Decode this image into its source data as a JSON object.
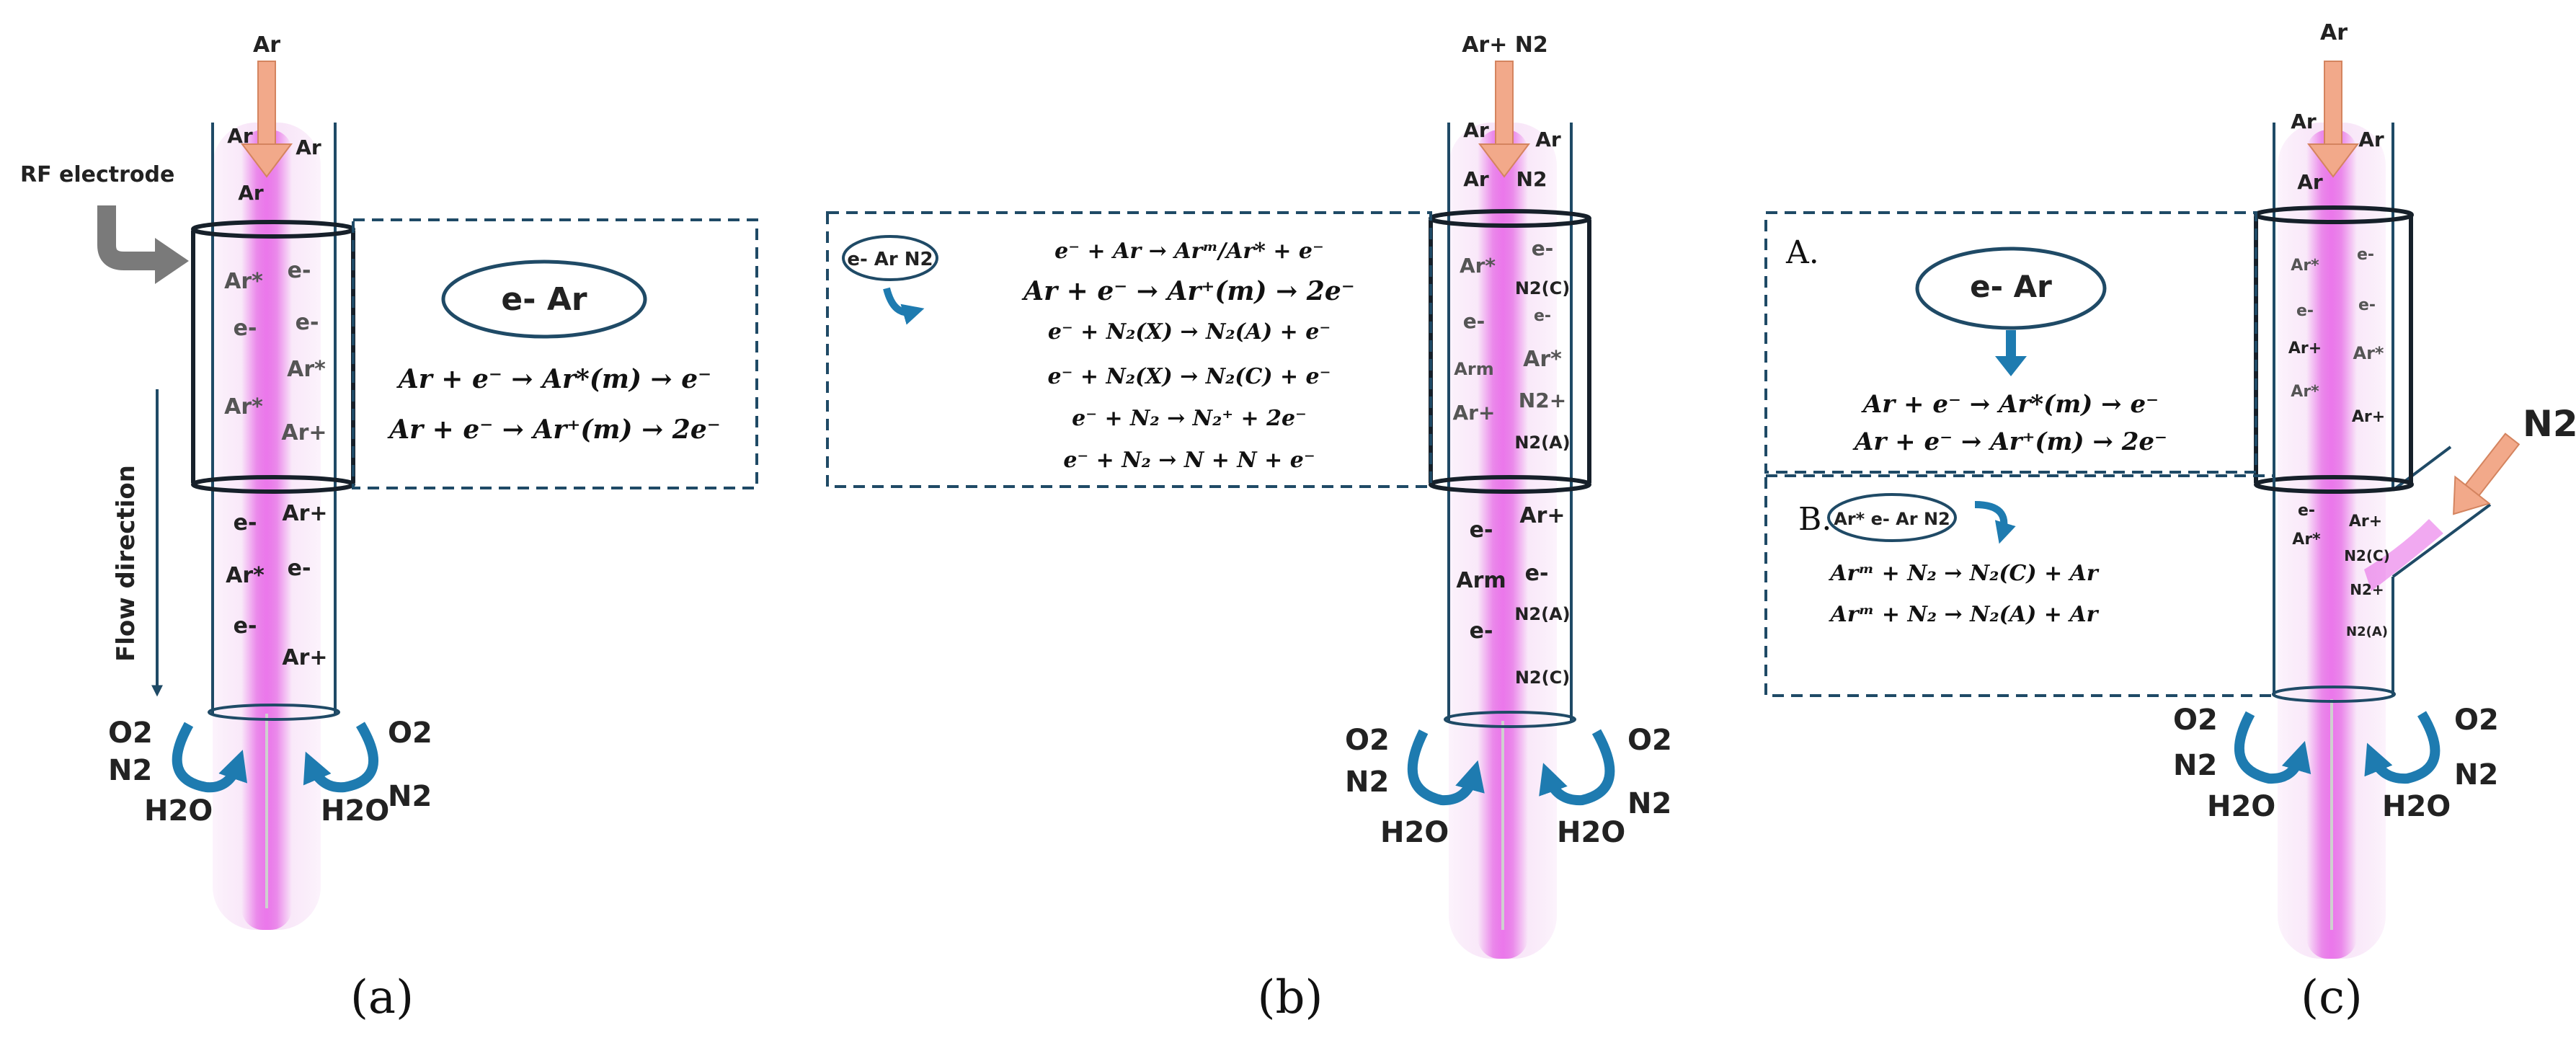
{
  "colors": {
    "tube_line": "#1f4a66",
    "plasma": "#e040e0",
    "gas_arrow": "#f2a98a",
    "cycle_arrow": "#1e7bb0",
    "electrode_arrow": "#808080",
    "dashed_box": "#1f4a66"
  },
  "icons": [
    "gas-inflow-arrow",
    "curved-recirculation-arrow",
    "rf-electrode-arrow",
    "reaction-flow-arrow"
  ],
  "panel_a": {
    "caption": "(a)",
    "inlet_gas": "Ar",
    "rf_electrode_label": "RF electrode",
    "flow_direction_label": "Flow direction",
    "top_species": [
      "Ar",
      "Ar",
      "Ar"
    ],
    "electrode_species": [
      "Ar*",
      "e-",
      "e-",
      "e-",
      "Ar*",
      "Ar*",
      "Ar+"
    ],
    "lower_species": [
      "e-",
      "Ar+",
      "Ar*",
      "e-",
      "e-",
      "Ar+"
    ],
    "bubble": "e- Ar",
    "equations": [
      "Ar + e⁻ → Ar*(m) → e⁻",
      "Ar + e⁻ → Ar⁺(m) → 2e⁻"
    ],
    "ambient_left": [
      "O2",
      "N2",
      "H2O"
    ],
    "ambient_right": [
      "O2",
      "N2",
      "H2O"
    ]
  },
  "panel_b": {
    "caption": "(b)",
    "inlet_gas": "Ar+ N2",
    "top_species": [
      "Ar",
      "Ar",
      "Ar",
      "N2"
    ],
    "electrode_species": [
      "Ar*",
      "e-",
      "N2(C)",
      "e-",
      "e-",
      "Arm",
      "Ar*",
      "Ar+",
      "N2+",
      "N2(A)"
    ],
    "lower_species": [
      "e-",
      "Ar+",
      "Arm",
      "e-",
      "N2(A)",
      "e-",
      "N2(C)"
    ],
    "bubble": "e- Ar N2",
    "equations": [
      "e⁻ + Ar → Arᵐ/Ar* + e⁻",
      "Ar + e⁻ → Ar⁺(m) → 2e⁻",
      "e⁻ + N₂(X) → N₂(A) + e⁻",
      "e⁻ + N₂(X) → N₂(C) + e⁻",
      "e⁻ + N₂ → N₂⁺ + 2e⁻",
      "e⁻ + N₂ → N + N + e⁻"
    ],
    "ambient_left": [
      "O2",
      "N2",
      "H2O"
    ],
    "ambient_right": [
      "O2",
      "N2",
      "H2O"
    ]
  },
  "panel_c": {
    "caption": "(c)",
    "inlet_gas": "Ar",
    "side_gas": "N2",
    "top_species": [
      "Ar",
      "Ar",
      "Ar"
    ],
    "electrode_species": [
      "Ar*",
      "e-",
      "e-",
      "e-",
      "Ar+",
      "Ar*",
      "Ar*",
      "Ar+"
    ],
    "lower_species": [
      "e-",
      "Ar*",
      "Ar+",
      "N2(C)",
      "N2+",
      "N2(A)"
    ],
    "section_a_label": "A.",
    "section_b_label": "B.",
    "bubble_a": "e- Ar",
    "bubble_b": "Ar* e- Ar N2",
    "equations_a": [
      "Ar + e⁻ → Ar*(m) → e⁻",
      "Ar + e⁻ → Ar⁺(m) → 2e⁻"
    ],
    "equations_b": [
      "Arᵐ + N₂ → N₂(C) + Ar",
      "Arᵐ + N₂ → N₂(A) + Ar"
    ],
    "ambient_left": [
      "O2",
      "N2",
      "H2O"
    ],
    "ambient_right": [
      "O2",
      "N2",
      "H2O"
    ]
  }
}
